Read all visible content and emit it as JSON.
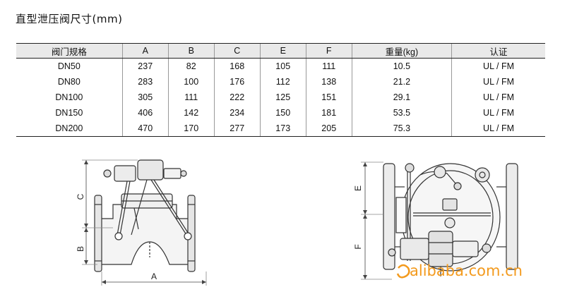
{
  "title": "直型泄压阀尺寸(mm)",
  "table": {
    "headers": [
      "阀门规格",
      "A",
      "B",
      "C",
      "E",
      "F",
      "重量(kg)",
      "认证"
    ],
    "rows": [
      [
        "DN50",
        "237",
        "82",
        "168",
        "105",
        "111",
        "10.5",
        "UL / FM"
      ],
      [
        "DN80",
        "283",
        "100",
        "176",
        "112",
        "138",
        "21.2",
        "UL / FM"
      ],
      [
        "DN100",
        "305",
        "111",
        "222",
        "125",
        "151",
        "29.1",
        "UL / FM"
      ],
      [
        "DN150",
        "406",
        "142",
        "234",
        "150",
        "181",
        "53.5",
        "UL / FM"
      ],
      [
        "DN200",
        "470",
        "170",
        "277",
        "173",
        "205",
        "75.3",
        "UL / FM"
      ]
    ]
  },
  "drawing_left": {
    "label_a": "A",
    "label_b": "B",
    "label_c": "C"
  },
  "drawing_right": {
    "label_e": "E",
    "label_f": "F"
  },
  "watermark": {
    "text": "alibaba.com.cn",
    "color": "#f39a1d"
  }
}
